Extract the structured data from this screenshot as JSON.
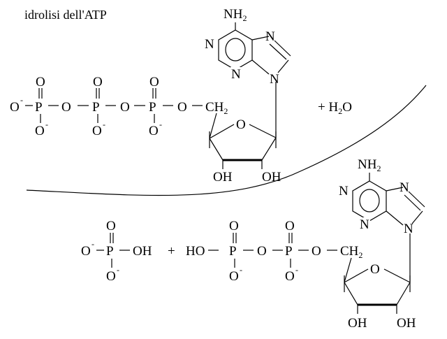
{
  "title": "idrolisi dell'ATP",
  "reactant": {
    "nh2": "NH",
    "nh2_sub": "2",
    "n": "N",
    "o": "O",
    "p": "P",
    "charge": "-",
    "ch2": "CH",
    "ch2_sub": "2",
    "oh": "OH"
  },
  "water": {
    "plus": "+ H",
    "sub": "2",
    "o": "O"
  },
  "products": {
    "nh2": "NH",
    "nh2_sub": "2",
    "n": "N",
    "o": "O",
    "p": "P",
    "charge": "-",
    "oh": "OH",
    "ho": "HO",
    "plus": "+",
    "ch2": "CH",
    "ch2_sub": "2"
  }
}
